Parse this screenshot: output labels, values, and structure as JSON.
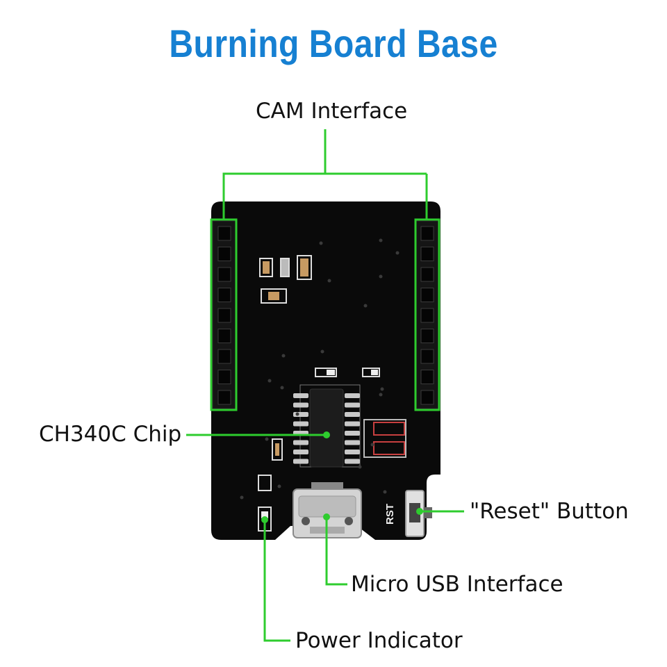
{
  "title": "Burning Board Base",
  "callouts": {
    "cam": "CAM Interface",
    "chip": "CH340C Chip",
    "reset": "\"Reset\" Button",
    "usb": "Micro USB Interface",
    "power": "Power Indicator"
  },
  "board_silkscreen": {
    "rst": "RST"
  },
  "colors": {
    "title": "#1680d2",
    "leader": "#2ecc2e",
    "board": "#0a0a0a"
  }
}
